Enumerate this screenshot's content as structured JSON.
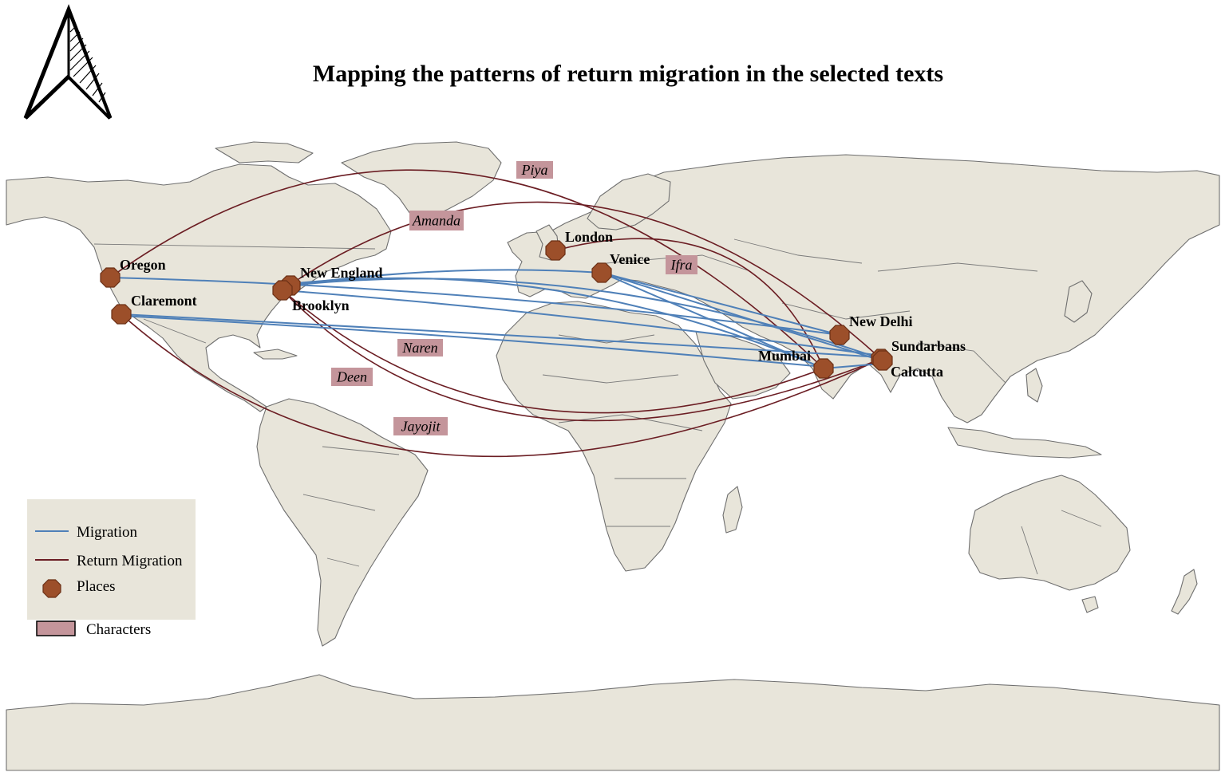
{
  "title": "Mapping the patterns of return migration in the selected texts",
  "places": [
    {
      "name": "Oregon"
    },
    {
      "name": "Claremont"
    },
    {
      "name": "New England"
    },
    {
      "name": "Brooklyn"
    },
    {
      "name": "London"
    },
    {
      "name": "Venice"
    },
    {
      "name": "New Delhi"
    },
    {
      "name": "Mumbai"
    },
    {
      "name": "Sundarbans"
    },
    {
      "name": "Calcutta"
    }
  ],
  "characters": [
    {
      "name": "Piya"
    },
    {
      "name": "Amanda"
    },
    {
      "name": "Ifra"
    },
    {
      "name": "Naren"
    },
    {
      "name": "Deen"
    },
    {
      "name": "Jayojit"
    }
  ],
  "legend": {
    "migration": "Migration",
    "return_migration": "Return Migration",
    "places": "Places",
    "characters": "Characters"
  },
  "colors": {
    "land": "#e8e5da",
    "migration": "#4f80b8",
    "return_migration": "#6b1d23",
    "places": "#9c4f2a",
    "characters": "#c4959b",
    "legend_bg": "#e8e5da"
  },
  "icons": {
    "north_arrow": "north-arrow-icon"
  }
}
